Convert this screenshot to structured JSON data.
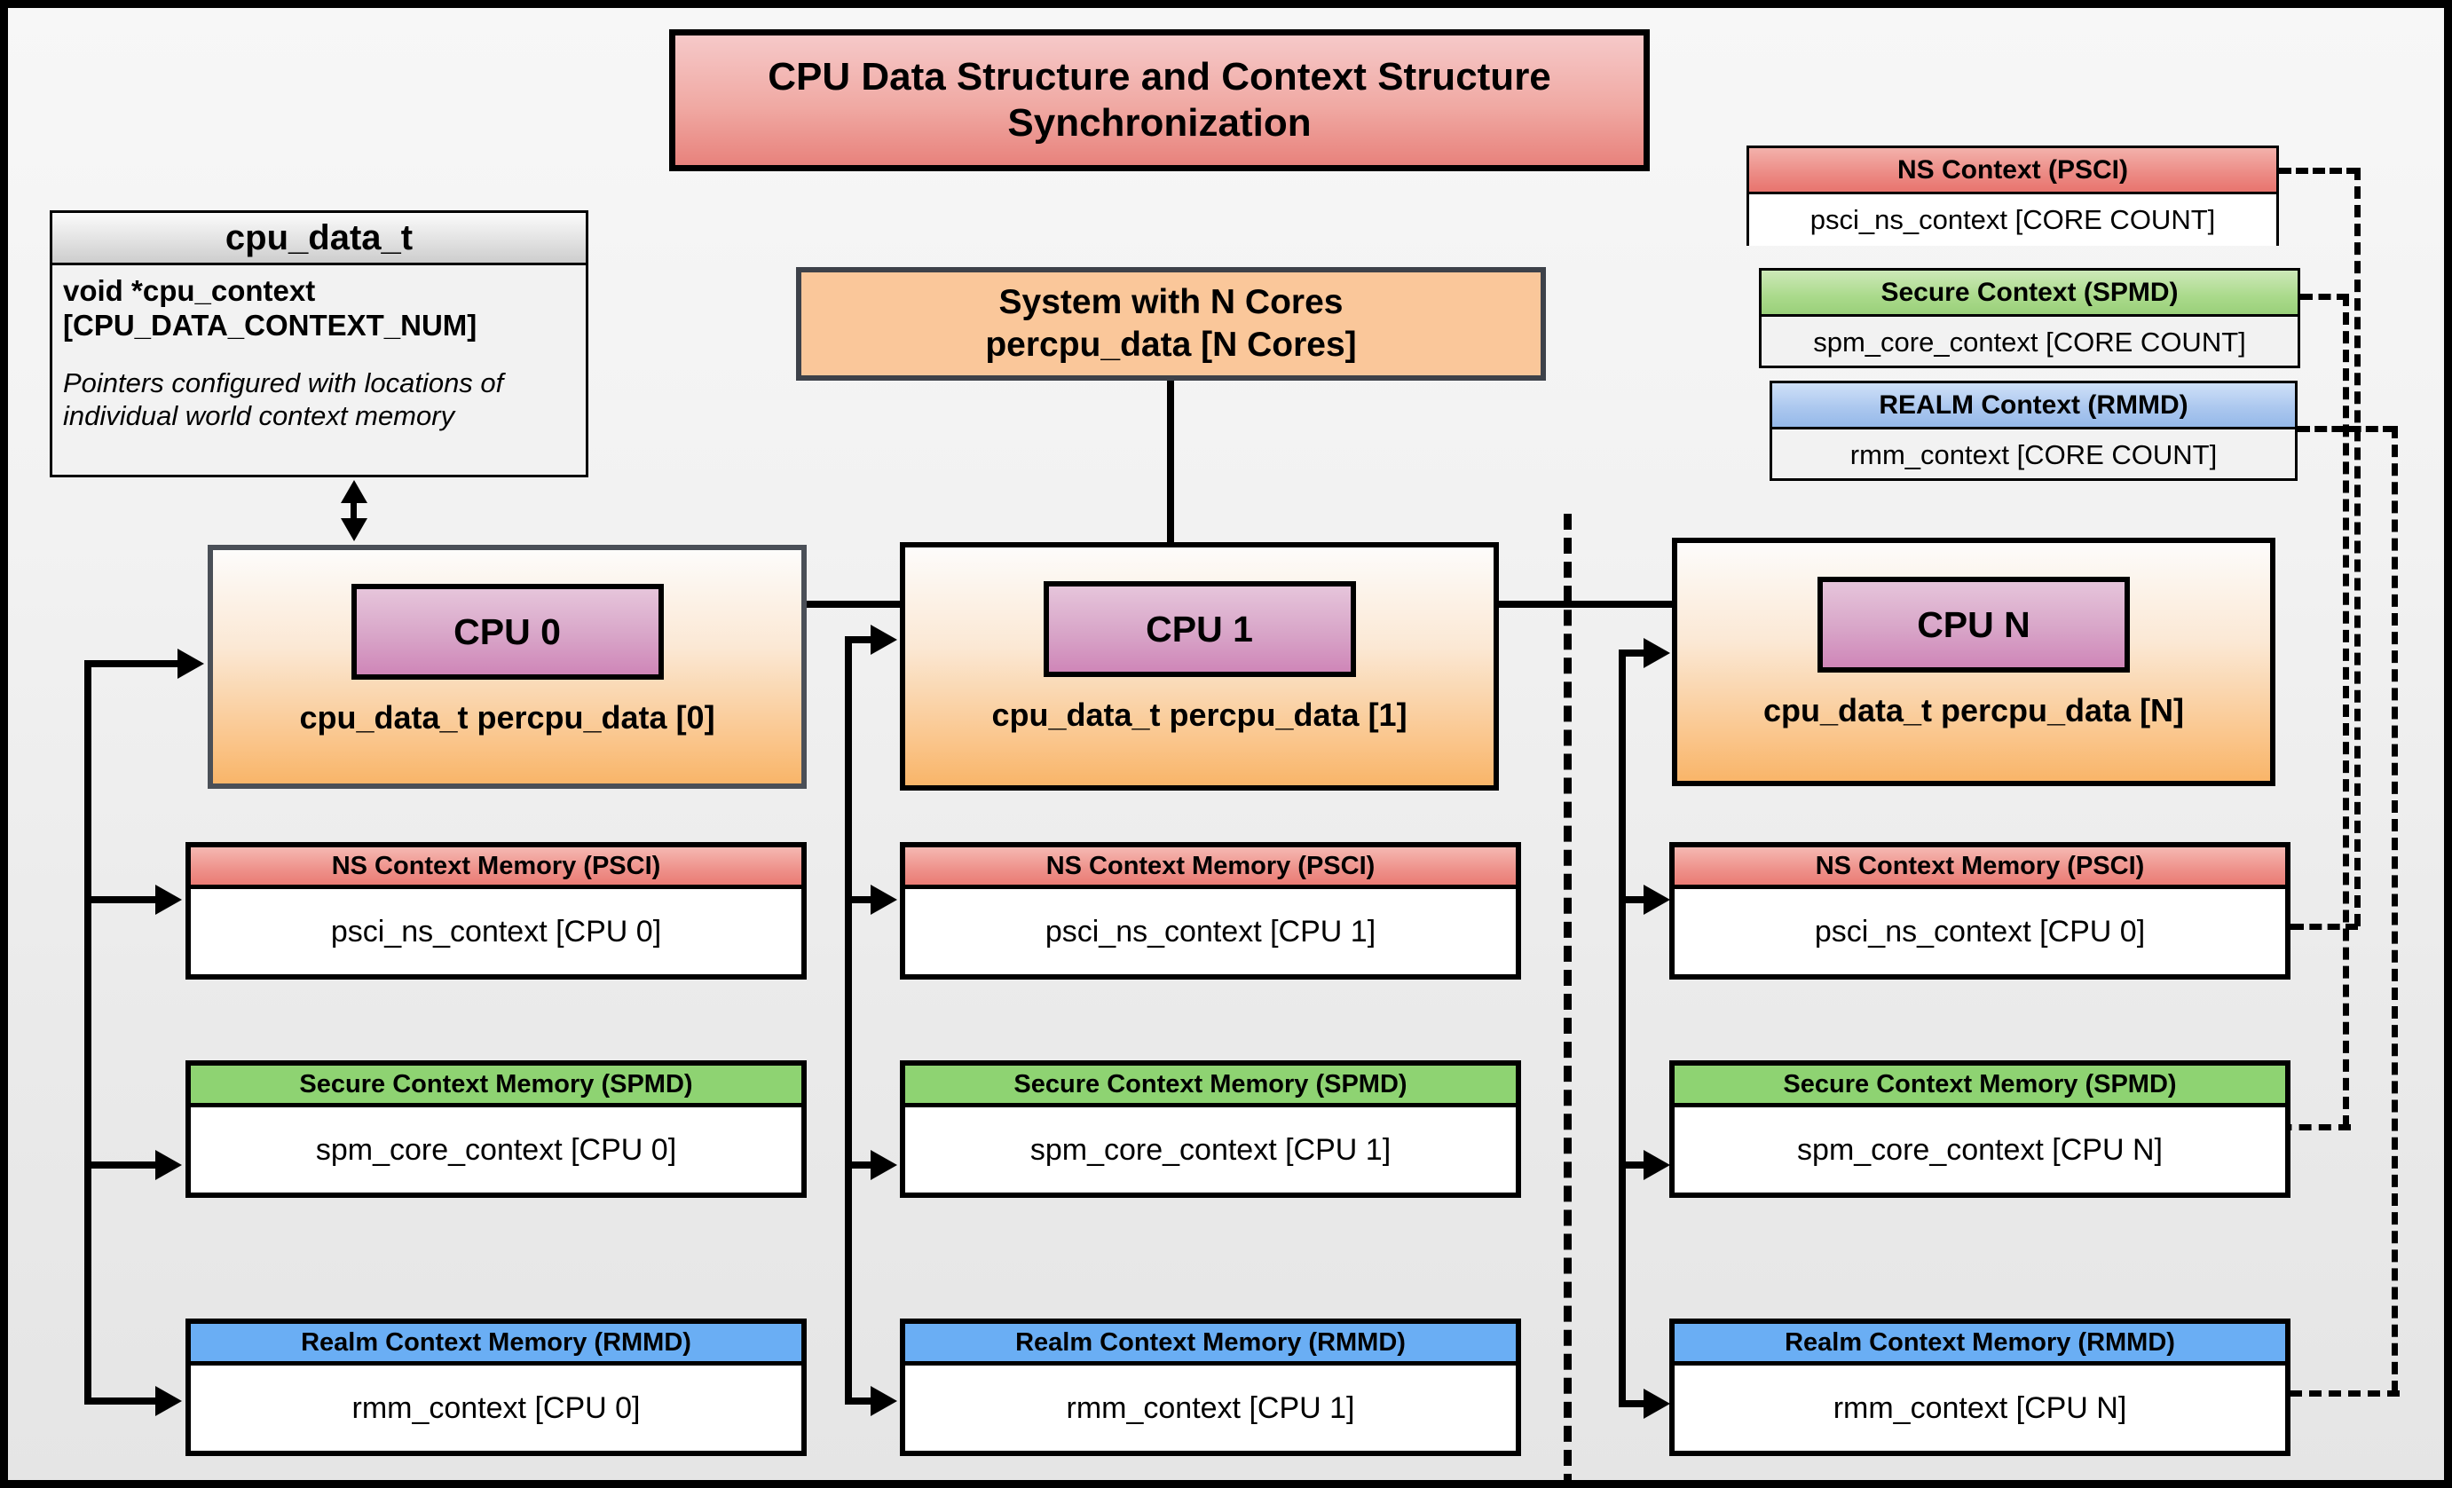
{
  "title": "CPU Data Structure and Context Structure Synchronization",
  "struct": {
    "name": "cpu_data_t",
    "field": "void  *cpu_context [CPU_DATA_CONTEXT_NUM]",
    "note": "Pointers configured with locations of individual world context memory"
  },
  "system": {
    "line1": "System with N Cores",
    "line2": "percpu_data [N Cores]"
  },
  "legend": [
    {
      "header": "NS Context  (PSCI)",
      "body": "psci_ns_context [CORE COUNT]",
      "color": "#ea7b74"
    },
    {
      "header": "Secure Context (SPMD)",
      "body": "spm_core_context [CORE COUNT]",
      "color": "#9ad07a"
    },
    {
      "header": "REALM Context (RMMD)",
      "body": "rmm_context [CORE COUNT]",
      "color": "#95b9e9"
    }
  ],
  "cpus": [
    {
      "chip": "CPU 0",
      "label": "cpu_data_t percpu_data [0]",
      "memories": [
        {
          "header": "NS Context Memory (PSCI)",
          "body": "psci_ns_context [CPU 0]"
        },
        {
          "header": "Secure Context Memory (SPMD)",
          "body": "spm_core_context [CPU 0]"
        },
        {
          "header": "Realm Context Memory (RMMD)",
          "body": "rmm_context [CPU 0]"
        }
      ]
    },
    {
      "chip": "CPU 1",
      "label": "cpu_data_t percpu_data [1]",
      "memories": [
        {
          "header": "NS Context Memory (PSCI)",
          "body": "psci_ns_context [CPU 1]"
        },
        {
          "header": "Secure Context Memory (SPMD)",
          "body": "spm_core_context [CPU 1]"
        },
        {
          "header": "Realm Context Memory (RMMD)",
          "body": "rmm_context [CPU 1]"
        }
      ]
    },
    {
      "chip": "CPU N",
      "label": "cpu_data_t percpu_data [N]",
      "memories": [
        {
          "header": "NS Context Memory (PSCI)",
          "body": "psci_ns_context [CPU 0]"
        },
        {
          "header": "Secure Context Memory (SPMD)",
          "body": "spm_core_context [CPU N]"
        },
        {
          "header": "Realm Context Memory (RMMD)",
          "body": "rmm_context [CPU N]"
        }
      ]
    }
  ],
  "colors": {
    "ns": "#ea7b74",
    "secure": "#8ed372",
    "realm": "#6aaef4",
    "cpu_panel": "#f9b569",
    "chip": "#cf86b8",
    "title": "#e8827c"
  }
}
